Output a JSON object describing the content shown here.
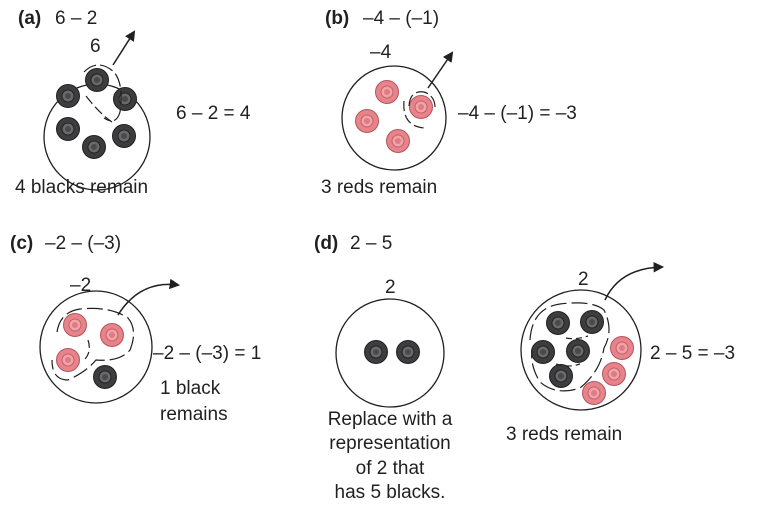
{
  "colors": {
    "black_chip": "#3d3d3f",
    "red_chip": "#e8838a",
    "outline": "#231f20"
  },
  "panels": {
    "a": {
      "label": "(a)",
      "expression": "6 – 2",
      "set_value": "6",
      "equation": "6 – 2 = 4",
      "caption": "4 blacks remain"
    },
    "b": {
      "label": "(b)",
      "expression": "–4 – (–1)",
      "set_value": "–4",
      "equation": "–4 – (–1) = –3",
      "caption": "3 reds remain"
    },
    "c": {
      "label": "(c)",
      "expression": "–2 – (–3)",
      "set_value": "–2",
      "equation": "–2 – (–3) = 1",
      "caption_line1": "1 black",
      "caption_line2": "remains"
    },
    "d": {
      "label": "(d)",
      "expression": "2 – 5",
      "set_value_left": "2",
      "caption_left": [
        "Replace with a",
        "representation",
        "of 2 that",
        "has 5 blacks."
      ],
      "set_value_right": "2",
      "equation": "2 – 5 = –3",
      "caption_right": "3 reds remain"
    }
  }
}
